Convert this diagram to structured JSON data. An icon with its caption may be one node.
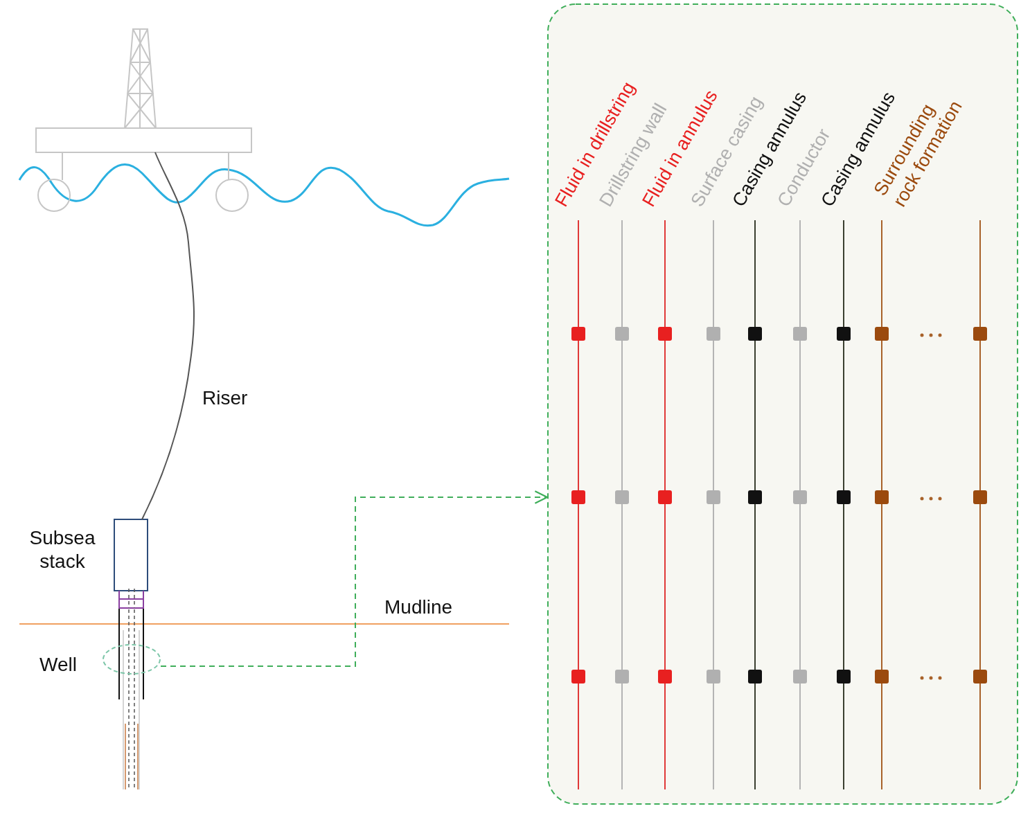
{
  "diagram": {
    "nodes": [
      {
        "text": [],
        "shape": "picture"
      },
      {
        "text": [],
        "shape": "box",
        "beside": [
          "Subsea stack"
        ]
      },
      {
        "text": [],
        "shape": "ellipse"
      },
      {
        "text": [],
        "shape": "box"
      }
    ],
    "edges": [
      {
        "from": 0,
        "to": 1,
        "arrow": "none",
        "label": "Riser"
      },
      {
        "from": 2,
        "to": 3,
        "arrow": "to",
        "style": "dashed",
        "color": "#3fae5a"
      }
    ],
    "labels": [
      "Mudline",
      "Well",
      "Fluid in drillstring",
      "Drillstring wall",
      "Fluid in annulus",
      "Surface casing",
      "Casing annulus",
      "Conductor",
      "Casing annulus",
      "Surrounding rock formation"
    ]
  }
}
